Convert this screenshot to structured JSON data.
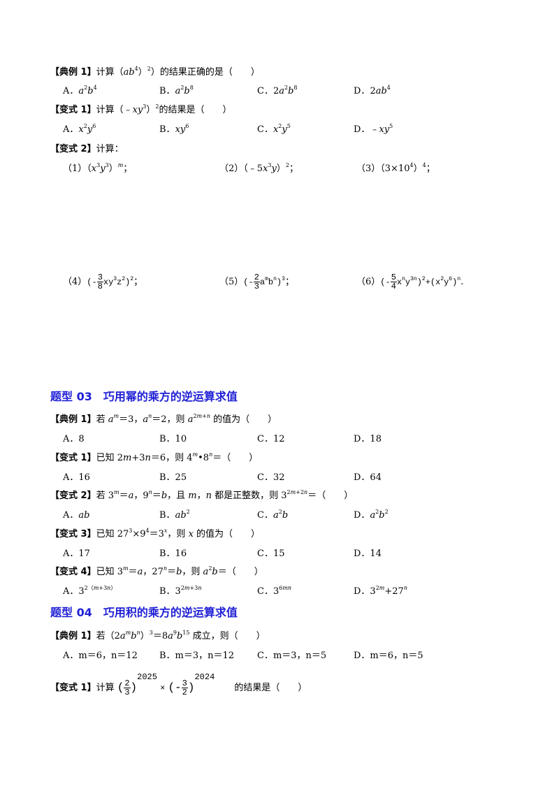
{
  "s1": {
    "ex1": {
      "label": "【典例 1】",
      "text": "计算（",
      "tail": "）的结果正确的是（　　）",
      "options": [
        "A．",
        "B．",
        "C．",
        "D．"
      ]
    },
    "v1": {
      "label": "【变式 1】",
      "text": "计算（﹣",
      "tail": "的结果是（　　）",
      "options": [
        "A．",
        "B．",
        "C．",
        "D．"
      ]
    },
    "v2": {
      "label": "【变式 2】",
      "text": "计算：",
      "items": [
        "（1）",
        "（2）",
        "（3）",
        "（4）",
        "（5）",
        "（6）"
      ]
    }
  },
  "sec03": {
    "title": "题型 03　巧用幂的乘方的逆运算求值",
    "ex1": {
      "label": "【典例 1】",
      "options": [
        "A．8",
        "B．10",
        "C．12",
        "D．18"
      ]
    },
    "v1": {
      "label": "【变式 1】",
      "options": [
        "A．16",
        "B．25",
        "C．32",
        "D．64"
      ]
    },
    "v2": {
      "label": "【变式 2】"
    },
    "v3": {
      "label": "【变式 3】",
      "options": [
        "A．17",
        "B．16",
        "C．15",
        "D．14"
      ]
    },
    "v4": {
      "label": "【变式 4】"
    }
  },
  "sec04": {
    "title": "题型 04　巧用积的乘方的逆运算求值",
    "ex1": {
      "label": "【典例 1】",
      "options": [
        "A．m＝6，n＝12",
        "B．m＝3，n＝12",
        "C．m＝3，n＝5",
        "D．m＝6，n＝5"
      ]
    },
    "v1": {
      "label": "【变式 1】",
      "text": "计算",
      "tail": "的结果是（　　）"
    }
  }
}
